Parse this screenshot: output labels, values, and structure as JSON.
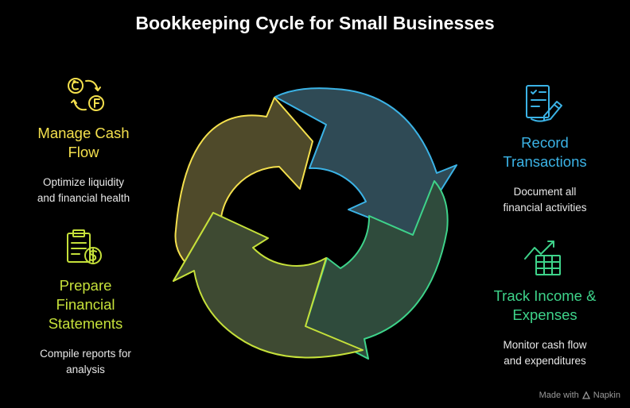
{
  "title": "Bookkeeping Cycle for Small Businesses",
  "colors": {
    "background": "#000000",
    "manage": "#f4e04d",
    "record": "#3bb3e6",
    "track": "#3ed38a",
    "prepare": "#c5e03a"
  },
  "steps": {
    "manage": {
      "title": "Manage Cash Flow",
      "line1": "Manage Cash",
      "line2": "Flow",
      "desc1": "Optimize liquidity",
      "desc2": "and financial health",
      "icon": "currency-exchange-icon"
    },
    "record": {
      "title": "Record Transactions",
      "line1": "Record",
      "line2": "Transactions",
      "desc1": "Document all",
      "desc2": "financial activities",
      "icon": "document-pen-icon"
    },
    "track": {
      "title": "Track Income & Expenses",
      "line1": "Track Income &",
      "line2": "Expenses",
      "desc1": "Monitor cash flow",
      "desc2": "and expenditures",
      "icon": "chart-table-icon"
    },
    "prepare": {
      "title": "Prepare Financial Statements",
      "line1": "Prepare",
      "line2": "Financial",
      "line3": "Statements",
      "desc1": "Compile reports for",
      "desc2": "analysis",
      "icon": "clipboard-dollar-icon"
    }
  },
  "footer": {
    "made_with": "Made with",
    "brand": "Napkin"
  }
}
